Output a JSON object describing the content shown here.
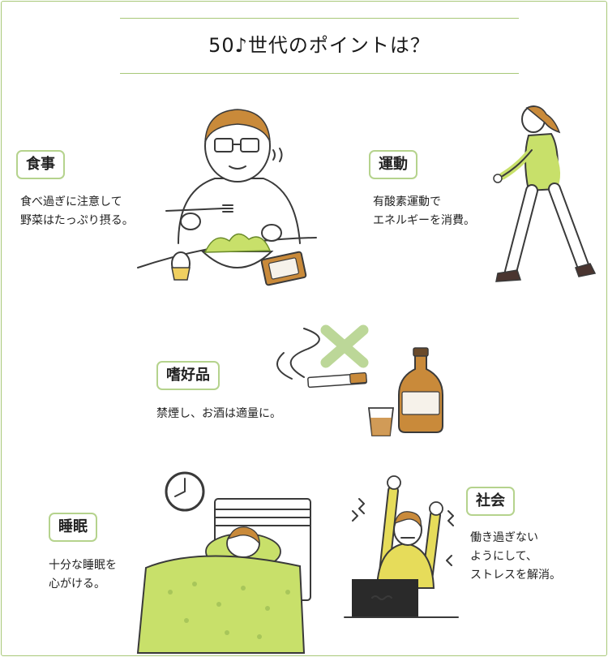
{
  "title": "50♪世代のポイントは？",
  "sections": {
    "meal": {
      "label": "食事",
      "lines": [
        "食べ過ぎに注意して",
        "野菜はたっぷり摂る。"
      ]
    },
    "exercise": {
      "label": "運動",
      "lines": [
        "有酸素運動で",
        "エネルギーを消費。"
      ]
    },
    "vices": {
      "label": "嗜好品",
      "lines": [
        "禁煙し、お酒は適量に。"
      ]
    },
    "sleep": {
      "label": "睡眠",
      "lines": [
        "十分な睡眠を",
        "心がける。"
      ]
    },
    "social": {
      "label": "社会",
      "lines": [
        "働き過ぎない",
        "ようにして、",
        "ストレスを解消。"
      ]
    }
  },
  "colors": {
    "accent_green": "#b5d38d",
    "line_green": "#a8c878",
    "lime": "#c8e06a",
    "amber": "#c98a3a"
  }
}
